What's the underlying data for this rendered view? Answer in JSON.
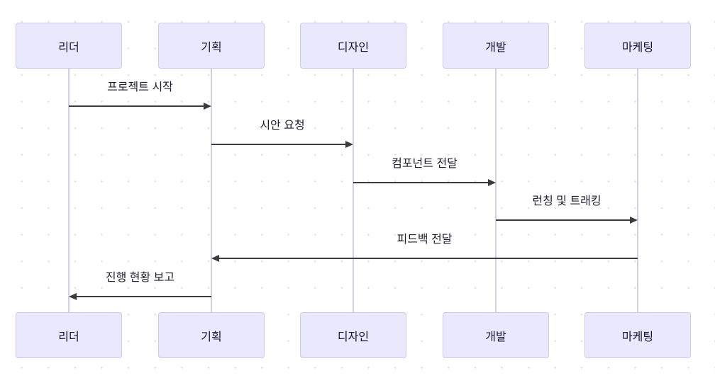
{
  "diagram": {
    "type": "sequence",
    "colors": {
      "actor_fill": "#e9e8fc",
      "actor_border": "#cfc9ef",
      "lifeline": "#d6cdeb",
      "arrow": "#3b3b3b",
      "text": "#1d1d2e",
      "background_dot": "#e3e1e6"
    },
    "actors": [
      {
        "label": "리더"
      },
      {
        "label": "기획"
      },
      {
        "label": "디자인"
      },
      {
        "label": "개발"
      },
      {
        "label": "마케팅"
      }
    ],
    "messages": [
      {
        "label": "프로젝트 시작",
        "from": "리더",
        "to": "기획",
        "from_index": 0,
        "to_index": 1
      },
      {
        "label": "시안 요청",
        "from": "기획",
        "to": "디자인",
        "from_index": 1,
        "to_index": 2
      },
      {
        "label": "컴포넌트 전달",
        "from": "디자인",
        "to": "개발",
        "from_index": 2,
        "to_index": 3
      },
      {
        "label": "런칭 및 트래킹",
        "from": "개발",
        "to": "마케팅",
        "from_index": 3,
        "to_index": 4
      },
      {
        "label": "피드백 전달",
        "from": "마케팅",
        "to": "기획",
        "from_index": 4,
        "to_index": 1
      },
      {
        "label": "진행 현황 보고",
        "from": "기획",
        "to": "리더",
        "from_index": 1,
        "to_index": 0
      }
    ]
  }
}
